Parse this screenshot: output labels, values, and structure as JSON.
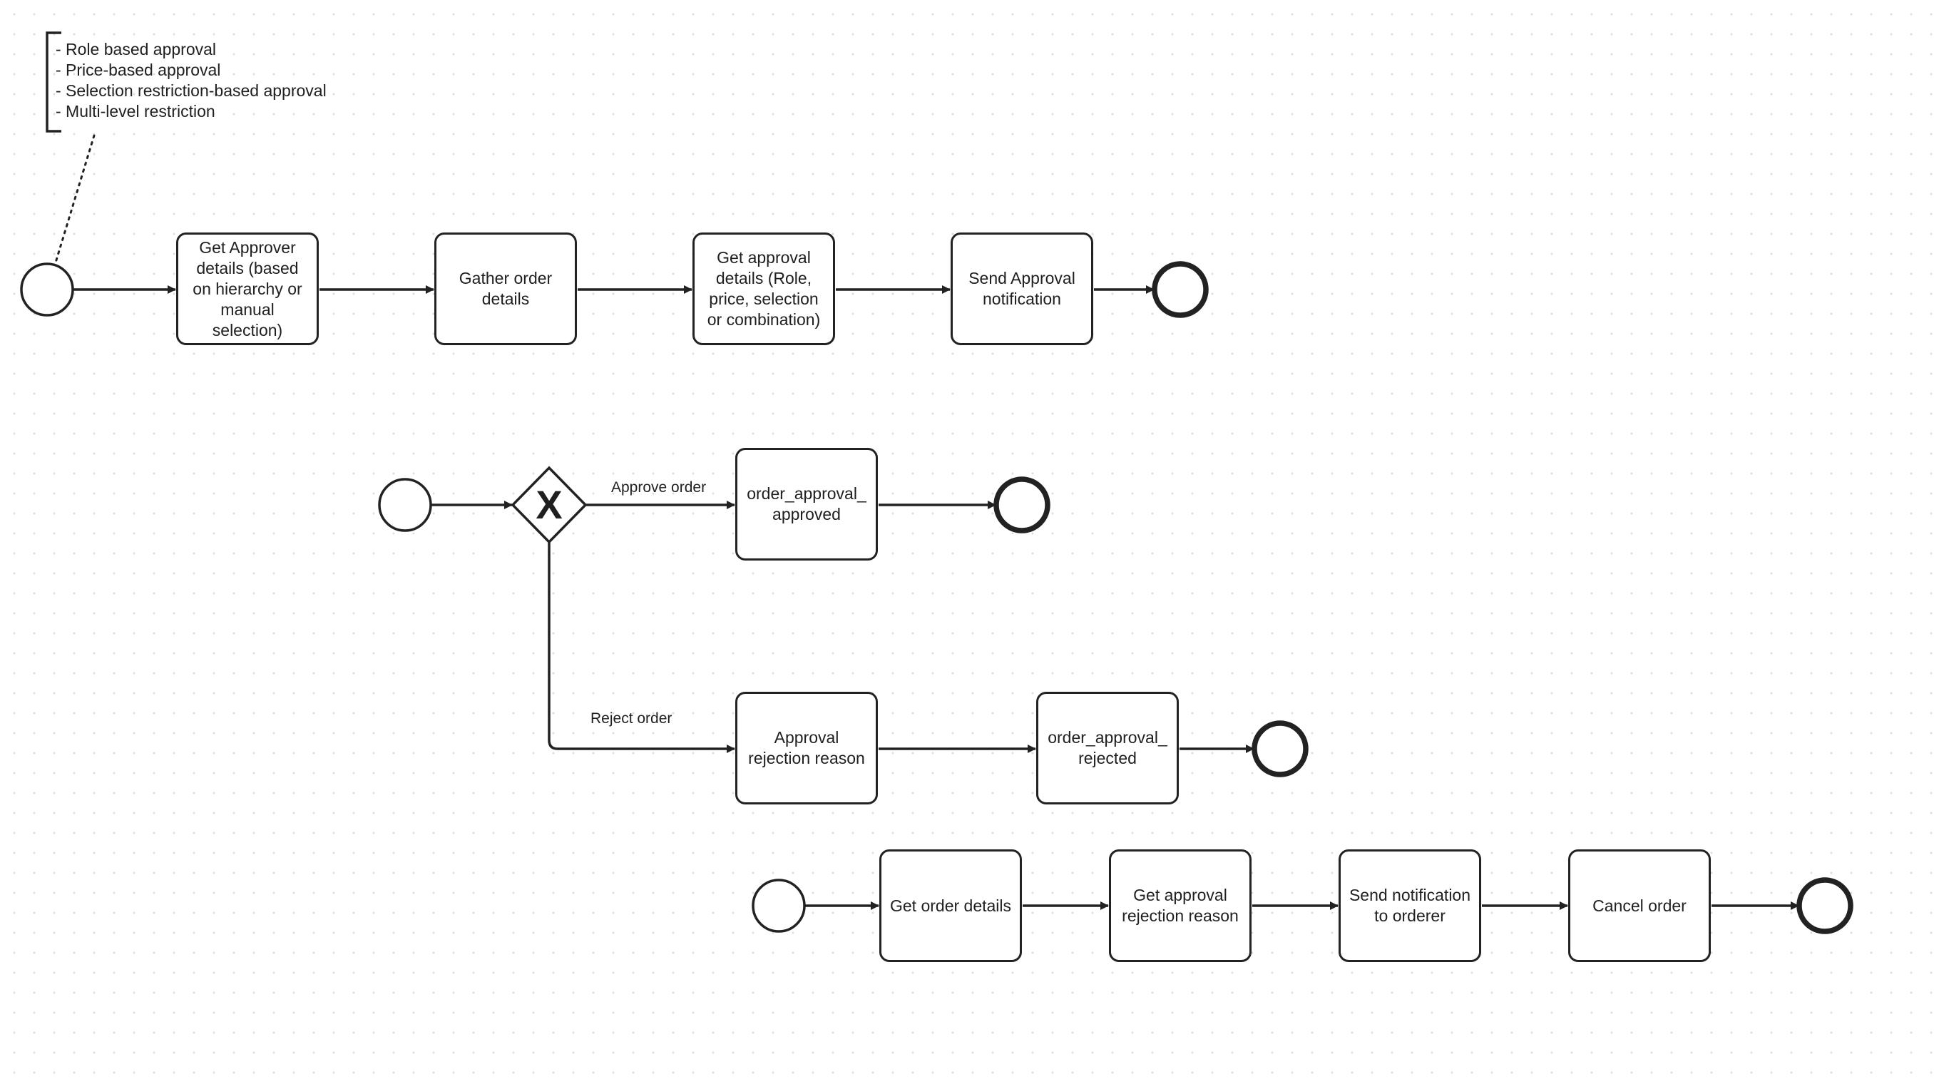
{
  "annotation": {
    "lines": "- Role based approval\n- Price-based approval\n- Selection restriction-based approval\n- Multi-level restriction"
  },
  "process1": {
    "tasks": [
      "Get Approver details (based on hierarchy or manual selection)",
      "Gather order details",
      "Get approval details (Role, price, selection or combination)",
      "Send Approval notification"
    ]
  },
  "process2": {
    "gateway_symbol": "X",
    "approve_label": "Approve order",
    "reject_label": "Reject order",
    "tasks": [
      "order_approval_approved",
      "Approval rejection reason",
      "order_approval_rejected"
    ]
  },
  "process3": {
    "tasks": [
      "Get order details",
      "Get approval rejection reason",
      "Send notification to orderer",
      "Cancel order"
    ]
  },
  "colors": {
    "stroke": "#222222",
    "grid_dot": "#dcdcdc",
    "background": "#ffffff"
  }
}
